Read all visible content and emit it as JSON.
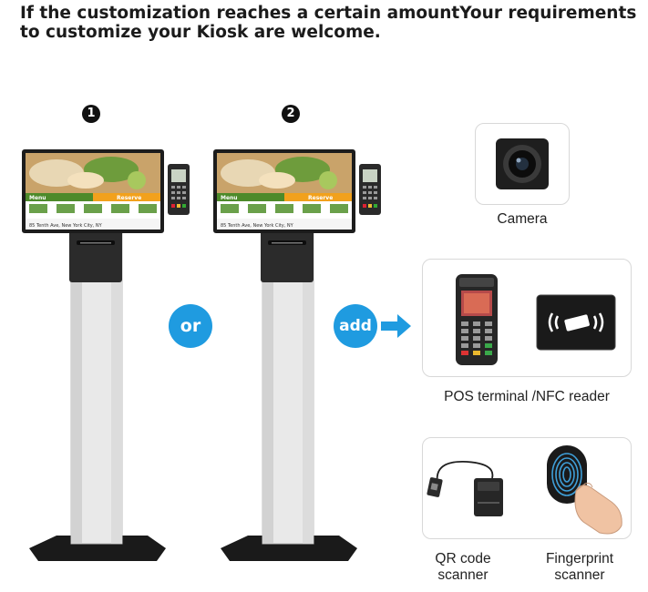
{
  "headline": {
    "line1": "If the customization reaches a certain amountYour requirements",
    "line2": "to customize your Kiosk are welcome."
  },
  "steps": [
    "1",
    "2"
  ],
  "kiosk_screen": {
    "menu": "Menu",
    "reserve": "Reserve",
    "address": "85 Tenth Ave, New York City, NY"
  },
  "connectors": {
    "or": "or",
    "add": "add"
  },
  "accessories": {
    "camera": "Camera",
    "pos": "POS terminal /NFC reader",
    "qr_line1": "QR code",
    "qr_line2": "scanner",
    "fp_line1": "Fingerprint",
    "fp_line2": "scanner"
  },
  "colors": {
    "accent": "#1f9be0",
    "screen_green": "#4d8a2a",
    "screen_orange": "#f2a11c"
  }
}
